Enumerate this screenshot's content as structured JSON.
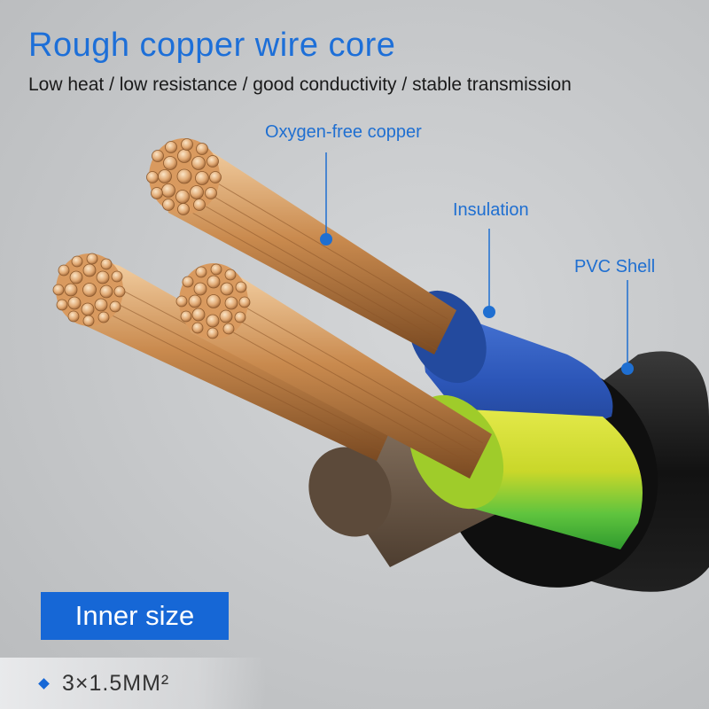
{
  "header": {
    "title": "Rough copper wire core",
    "subtitle": "Low heat / low resistance / good conductivity / stable transmission"
  },
  "callouts": {
    "copper": "Oxygen-free copper",
    "insulation": "Insulation",
    "shell": "PVC  Shell"
  },
  "size": {
    "badge": "Inner size",
    "spec": "3×1.5MM²"
  },
  "colors": {
    "accent": "#1667d6",
    "copper": "#c98a4e",
    "insulation_blue": "#2c56b8",
    "insulation_yellow_green": "#c9d72a",
    "insulation_brown": "#6e5a48",
    "shell": "#1b1b1b"
  }
}
